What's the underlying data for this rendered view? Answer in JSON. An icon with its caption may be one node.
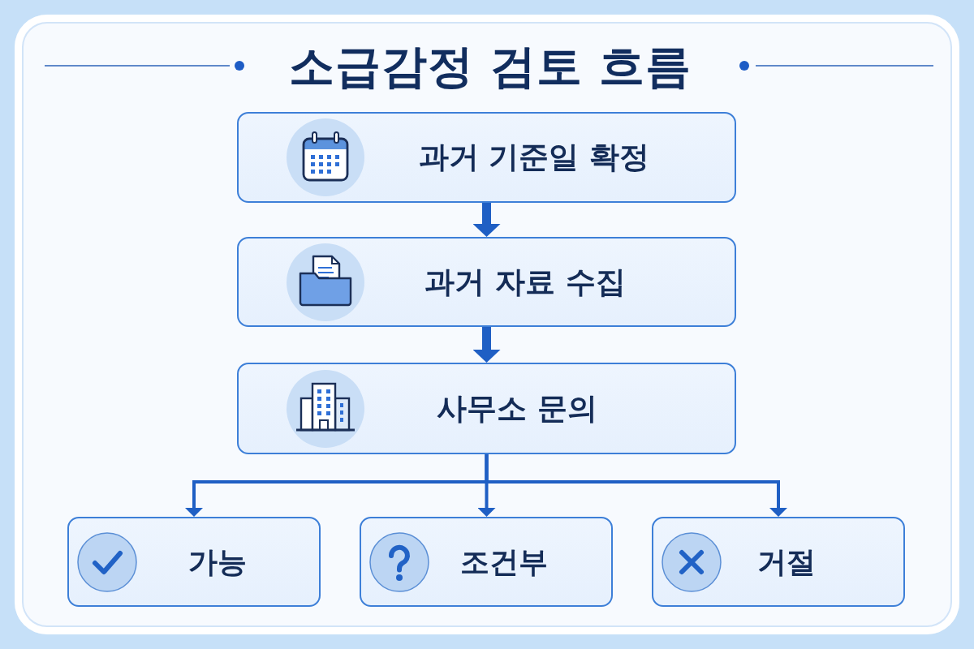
{
  "diagram": {
    "title": "소급감정 검토 흐름",
    "nodes": [
      {
        "text": [
          "과거 기준일 확정"
        ]
      },
      {
        "text": [
          "과거 자료 수집"
        ]
      },
      {
        "text": [
          "사무소 문의"
        ]
      },
      {
        "text": [
          "가능"
        ]
      },
      {
        "text": [
          "조건부"
        ]
      },
      {
        "text": [
          "거절"
        ]
      }
    ],
    "edges": [
      {
        "from": 0,
        "to": 1,
        "arrow": "to",
        "style": "thick"
      },
      {
        "from": 1,
        "to": 2,
        "arrow": "to",
        "style": "thick"
      },
      {
        "from": 2,
        "to": 3,
        "arrow": "to"
      },
      {
        "from": 2,
        "to": 4,
        "arrow": "to"
      },
      {
        "from": 2,
        "to": 5,
        "arrow": "to"
      }
    ]
  }
}
